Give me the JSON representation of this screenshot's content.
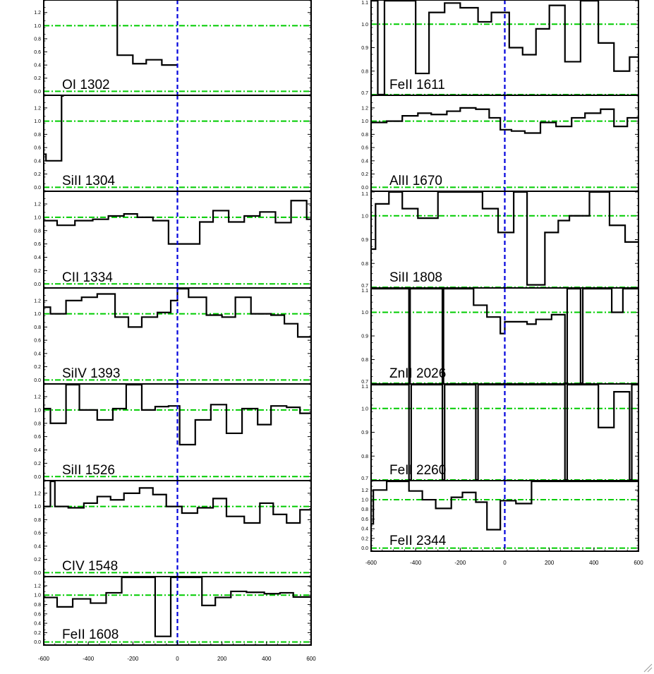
{
  "colors": {
    "spectrum": "#000000",
    "zero_velocity": "#0000dd",
    "reference": "#00cc00",
    "frame": "#000000"
  },
  "chart_data": [
    {
      "type": "line",
      "label": "OI 1302",
      "xlim": [
        -600,
        600
      ],
      "ylim": [
        -0.05,
        1.38
      ],
      "yticks": [
        "0.0",
        "0.2",
        "0.4",
        "0.6",
        "0.8",
        "1.0",
        "1.2"
      ],
      "reference_lines": [
        0.0,
        1.0
      ],
      "bins": [
        [
          -280,
          1.4
        ],
        [
          -270,
          0.55
        ],
        [
          -200,
          0.42
        ],
        [
          -140,
          0.48
        ],
        [
          -70,
          0.4
        ],
        [
          0,
          null
        ]
      ]
    },
    {
      "type": "line",
      "label": "SiII 1304",
      "xlim": [
        -600,
        600
      ],
      "ylim": [
        -0.05,
        1.38
      ],
      "yticks": [
        "0.0",
        "0.2",
        "0.4",
        "0.6",
        "0.8",
        "1.0",
        "1.2"
      ],
      "reference_lines": [
        0.0,
        1.0
      ],
      "bins": [
        [
          -600,
          0.5
        ],
        [
          -590,
          0.4
        ],
        [
          -520,
          1.38
        ],
        [
          -510,
          null
        ]
      ]
    },
    {
      "type": "line",
      "label": "CII 1334",
      "xlim": [
        -600,
        600
      ],
      "ylim": [
        -0.05,
        1.38
      ],
      "yticks": [
        "0.0",
        "0.2",
        "0.4",
        "0.6",
        "0.8",
        "1.0",
        "1.2"
      ],
      "reference_lines": [
        0.0,
        1.0
      ],
      "bins": [
        [
          -600,
          0.95
        ],
        [
          -540,
          0.88
        ],
        [
          -460,
          0.95
        ],
        [
          -380,
          0.97
        ],
        [
          -310,
          1.02
        ],
        [
          -240,
          1.05
        ],
        [
          -180,
          1.0
        ],
        [
          -110,
          0.95
        ],
        [
          -40,
          0.6
        ],
        [
          20,
          0.6
        ],
        [
          100,
          0.93
        ],
        [
          160,
          1.1
        ],
        [
          230,
          0.93
        ],
        [
          300,
          1.02
        ],
        [
          370,
          1.08
        ],
        [
          440,
          0.92
        ],
        [
          510,
          1.25
        ],
        [
          580,
          0.97
        ],
        [
          600,
          null
        ]
      ]
    },
    {
      "type": "line",
      "label": "SiIV 1393",
      "xlim": [
        -600,
        600
      ],
      "ylim": [
        -0.05,
        1.38
      ],
      "yticks": [
        "0.0",
        "0.2",
        "0.4",
        "0.6",
        "0.8",
        "1.0",
        "1.2"
      ],
      "reference_lines": [
        0.0,
        1.0
      ],
      "bins": [
        [
          -600,
          1.1
        ],
        [
          -570,
          1.0
        ],
        [
          -500,
          1.2
        ],
        [
          -430,
          1.25
        ],
        [
          -360,
          1.3
        ],
        [
          -280,
          0.95
        ],
        [
          -220,
          0.8
        ],
        [
          -160,
          0.95
        ],
        [
          -90,
          1.02
        ],
        [
          -30,
          1.2
        ],
        [
          0,
          1.38
        ],
        [
          50,
          1.25
        ],
        [
          130,
          0.98
        ],
        [
          200,
          0.95
        ],
        [
          260,
          1.25
        ],
        [
          330,
          1.0
        ],
        [
          420,
          0.98
        ],
        [
          480,
          0.85
        ],
        [
          540,
          0.65
        ],
        [
          600,
          null
        ]
      ]
    },
    {
      "type": "line",
      "label": "SiII 1526",
      "xlim": [
        -600,
        600
      ],
      "ylim": [
        -0.05,
        1.38
      ],
      "yticks": [
        "0.0",
        "0.2",
        "0.4",
        "0.6",
        "0.8",
        "1.0",
        "1.2"
      ],
      "reference_lines": [
        0.0,
        1.0
      ],
      "bins": [
        [
          -600,
          1.02
        ],
        [
          -570,
          0.8
        ],
        [
          -500,
          1.38
        ],
        [
          -440,
          1.0
        ],
        [
          -360,
          0.85
        ],
        [
          -290,
          1.02
        ],
        [
          -230,
          1.38
        ],
        [
          -160,
          1.0
        ],
        [
          -100,
          1.05
        ],
        [
          -40,
          1.06
        ],
        [
          10,
          0.48
        ],
        [
          80,
          0.85
        ],
        [
          150,
          1.08
        ],
        [
          220,
          0.65
        ],
        [
          290,
          1.02
        ],
        [
          360,
          0.78
        ],
        [
          420,
          1.06
        ],
        [
          490,
          1.04
        ],
        [
          550,
          0.95
        ],
        [
          600,
          null
        ]
      ]
    },
    {
      "type": "line",
      "label": "CIV 1548",
      "xlim": [
        -600,
        600
      ],
      "ylim": [
        -0.05,
        1.38
      ],
      "yticks": [
        "0.0",
        "0.2",
        "0.4",
        "0.6",
        "0.8",
        "1.0",
        "1.2"
      ],
      "reference_lines": [
        0.0,
        1.0
      ],
      "bins": [
        [
          -600,
          1.0
        ],
        [
          -570,
          1.38
        ],
        [
          -550,
          1.0
        ],
        [
          -490,
          0.98
        ],
        [
          -420,
          1.05
        ],
        [
          -360,
          1.15
        ],
        [
          -300,
          1.1
        ],
        [
          -240,
          1.2
        ],
        [
          -170,
          1.28
        ],
        [
          -110,
          1.18
        ],
        [
          -50,
          1.0
        ],
        [
          20,
          0.9
        ],
        [
          90,
          0.98
        ],
        [
          160,
          1.12
        ],
        [
          220,
          0.85
        ],
        [
          300,
          0.75
        ],
        [
          370,
          1.05
        ],
        [
          430,
          0.88
        ],
        [
          490,
          0.75
        ],
        [
          550,
          0.95
        ],
        [
          600,
          null
        ]
      ]
    },
    {
      "type": "line",
      "label": "FeII 1608",
      "xlim": [
        -600,
        600
      ],
      "ylim": [
        -0.05,
        1.38
      ],
      "yticks": [
        "0.0",
        "0.2",
        "0.4",
        "0.6",
        "0.8",
        "1.0",
        "1.2"
      ],
      "reference_lines": [
        0.0,
        1.0
      ],
      "bins": [
        [
          -600,
          0.95
        ],
        [
          -540,
          0.75
        ],
        [
          -470,
          0.92
        ],
        [
          -390,
          0.83
        ],
        [
          -320,
          1.05
        ],
        [
          -250,
          1.38
        ],
        [
          -100,
          0.12
        ],
        [
          -30,
          1.38
        ],
        [
          110,
          0.78
        ],
        [
          170,
          0.95
        ],
        [
          240,
          1.08
        ],
        [
          310,
          1.06
        ],
        [
          390,
          1.03
        ],
        [
          460,
          1.05
        ],
        [
          520,
          0.96
        ],
        [
          600,
          null
        ]
      ]
    },
    {
      "type": "line",
      "label": "FeII 1611",
      "xlim": [
        -600,
        600
      ],
      "ylim": [
        0.7,
        1.1
      ],
      "yticks": [
        "0.7",
        "0.8",
        "0.9",
        "1.0",
        "1.1"
      ],
      "reference_lines": [
        0.7,
        1.0
      ],
      "bins": [
        [
          -600,
          1.1
        ],
        [
          -570,
          0.7
        ],
        [
          -540,
          1.1
        ],
        [
          -400,
          0.79
        ],
        [
          -340,
          1.05
        ],
        [
          -270,
          1.09
        ],
        [
          -200,
          1.07
        ],
        [
          -120,
          1.01
        ],
        [
          -60,
          1.05
        ],
        [
          20,
          0.9
        ],
        [
          80,
          0.87
        ],
        [
          140,
          0.98
        ],
        [
          200,
          1.08
        ],
        [
          270,
          0.84
        ],
        [
          340,
          1.1
        ],
        [
          420,
          0.92
        ],
        [
          490,
          0.8
        ],
        [
          560,
          0.86
        ],
        [
          600,
          null
        ]
      ]
    },
    {
      "type": "line",
      "label": "AlII 1670",
      "xlim": [
        -600,
        600
      ],
      "ylim": [
        -0.05,
        1.38
      ],
      "yticks": [
        "0.0",
        "0.2",
        "0.4",
        "0.6",
        "0.8",
        "1.0",
        "1.2"
      ],
      "reference_lines": [
        0.0,
        1.0
      ],
      "bins": [
        [
          -600,
          0.98
        ],
        [
          -530,
          1.0
        ],
        [
          -460,
          1.08
        ],
        [
          -390,
          1.12
        ],
        [
          -330,
          1.1
        ],
        [
          -260,
          1.15
        ],
        [
          -200,
          1.2
        ],
        [
          -130,
          1.18
        ],
        [
          -70,
          1.05
        ],
        [
          -20,
          0.87
        ],
        [
          30,
          0.85
        ],
        [
          90,
          0.82
        ],
        [
          160,
          0.98
        ],
        [
          230,
          0.92
        ],
        [
          300,
          1.05
        ],
        [
          360,
          1.12
        ],
        [
          430,
          1.18
        ],
        [
          490,
          0.92
        ],
        [
          550,
          1.05
        ],
        [
          600,
          null
        ]
      ]
    },
    {
      "type": "line",
      "label": "SiII 1808",
      "xlim": [
        -600,
        600
      ],
      "ylim": [
        0.7,
        1.1
      ],
      "yticks": [
        "0.7",
        "0.8",
        "0.9",
        "1.0",
        "1.1"
      ],
      "reference_lines": [
        0.7,
        1.0
      ],
      "bins": [
        [
          -600,
          0.86
        ],
        [
          -580,
          1.05
        ],
        [
          -520,
          1.1
        ],
        [
          -460,
          1.03
        ],
        [
          -390,
          0.99
        ],
        [
          -300,
          1.1
        ],
        [
          -100,
          1.03
        ],
        [
          -30,
          0.93
        ],
        [
          40,
          1.1
        ],
        [
          100,
          0.71
        ],
        [
          180,
          0.93
        ],
        [
          240,
          0.98
        ],
        [
          290,
          1.0
        ],
        [
          380,
          1.1
        ],
        [
          470,
          0.96
        ],
        [
          540,
          0.89
        ],
        [
          600,
          null
        ]
      ]
    },
    {
      "type": "line",
      "label": "ZnII 2026",
      "xlim": [
        -600,
        600
      ],
      "ylim": [
        0.7,
        1.1
      ],
      "yticks": [
        "0.7",
        "0.8",
        "0.9",
        "1.0",
        "1.1"
      ],
      "reference_lines": [
        0.7,
        1.0
      ],
      "bins": [
        [
          -600,
          1.1
        ],
        [
          -430,
          0.7
        ],
        [
          -425,
          1.1
        ],
        [
          -280,
          0.7
        ],
        [
          -275,
          1.1
        ],
        [
          -140,
          1.03
        ],
        [
          -80,
          0.98
        ],
        [
          -20,
          0.91
        ],
        [
          0,
          0.96
        ],
        [
          100,
          0.95
        ],
        [
          140,
          0.97
        ],
        [
          210,
          0.99
        ],
        [
          270,
          0.7
        ],
        [
          280,
          1.1
        ],
        [
          340,
          0.7
        ],
        [
          350,
          1.1
        ],
        [
          480,
          1.0
        ],
        [
          530,
          1.1
        ],
        [
          600,
          null
        ]
      ]
    },
    {
      "type": "line",
      "label": "FeII 2260",
      "xlim": [
        -600,
        600
      ],
      "ylim": [
        0.7,
        1.1
      ],
      "yticks": [
        "0.7",
        "0.8",
        "0.9",
        "1.0",
        "1.1"
      ],
      "reference_lines": [
        0.7,
        1.0
      ],
      "bins": [
        [
          -600,
          1.1
        ],
        [
          -430,
          0.7
        ],
        [
          -420,
          1.1
        ],
        [
          -280,
          0.7
        ],
        [
          -270,
          1.1
        ],
        [
          -130,
          0.7
        ],
        [
          -120,
          1.1
        ],
        [
          270,
          0.7
        ],
        [
          280,
          1.1
        ],
        [
          420,
          0.92
        ],
        [
          490,
          1.07
        ],
        [
          560,
          0.7
        ],
        [
          570,
          1.1
        ],
        [
          600,
          null
        ]
      ]
    },
    {
      "type": "line",
      "label": "FeII 2344",
      "xlim": [
        -600,
        600
      ],
      "ylim": [
        -0.05,
        1.38
      ],
      "yticks": [
        "0.0",
        "0.2",
        "0.4",
        "0.6",
        "0.8",
        "1.0",
        "1.2"
      ],
      "reference_lines": [
        0.0,
        1.0
      ],
      "bins": [
        [
          -600,
          0.5
        ],
        [
          -590,
          1.2
        ],
        [
          -530,
          1.38
        ],
        [
          -430,
          1.18
        ],
        [
          -370,
          1.0
        ],
        [
          -310,
          0.82
        ],
        [
          -240,
          1.05
        ],
        [
          -190,
          1.15
        ],
        [
          -130,
          0.95
        ],
        [
          -80,
          0.38
        ],
        [
          -20,
          0.98
        ],
        [
          50,
          0.92
        ],
        [
          120,
          1.38
        ],
        [
          600,
          null
        ]
      ]
    }
  ],
  "x_axis": {
    "ticks": [
      "-600",
      "-400",
      "-200",
      "0",
      "200",
      "400",
      "600"
    ]
  }
}
